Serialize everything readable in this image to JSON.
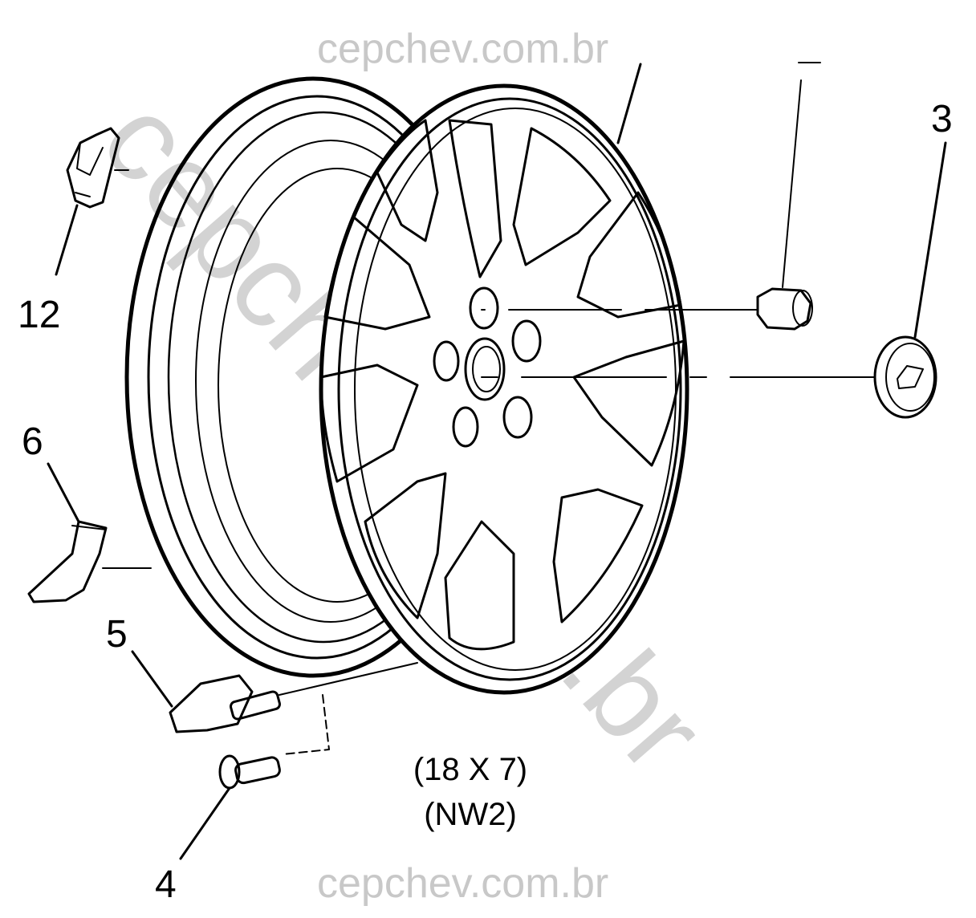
{
  "watermark": {
    "top": "cepchev.com.br",
    "bottom": "cepchev.com.br",
    "diagonal": "cepchev.com.br"
  },
  "callouts": {
    "c12": "12",
    "c6": "6",
    "c5": "5",
    "c4": "4",
    "c3": "3"
  },
  "spec": {
    "size": "(18 X 7)",
    "code": "(NW2)"
  }
}
